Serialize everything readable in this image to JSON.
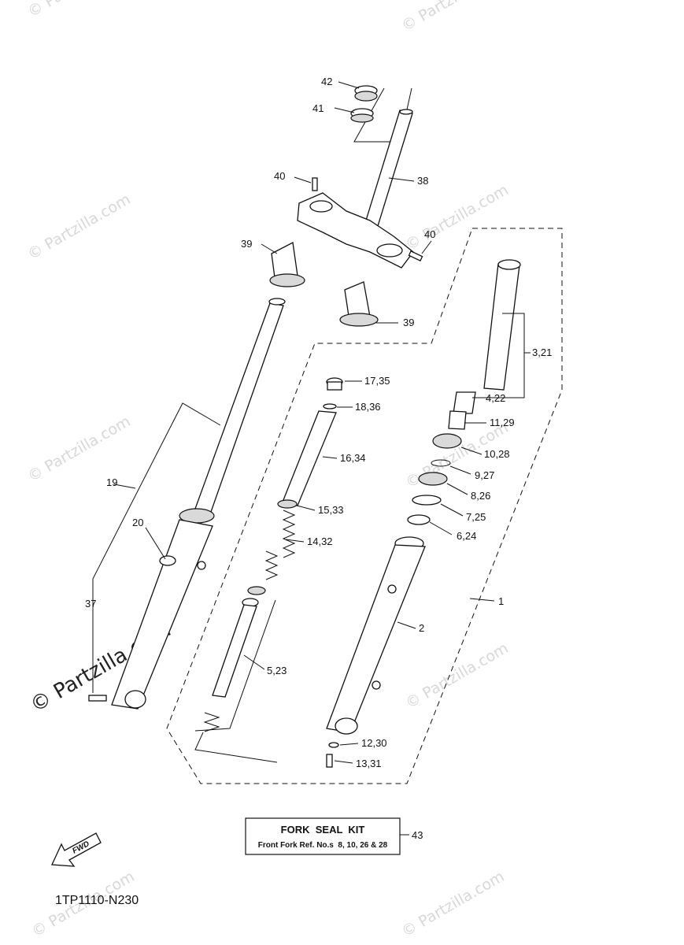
{
  "watermark": "© Partzilla.com",
  "diagram_code": "1TP1110-N230",
  "fwd_label": "FWD",
  "kit": {
    "title": "FORK  SEAL  KIT",
    "subtitle": "Front Fork Ref. No.s  8, 10, 26 & 28",
    "ref": "43"
  },
  "callouts": {
    "c42": "42",
    "c41": "41",
    "c40a": "40",
    "c38": "38",
    "c40b": "40",
    "c39a": "39",
    "c39b": "39",
    "c3_21": "3,21",
    "c17_35": "17,35",
    "c4_22": "4,22",
    "c18_36": "18,36",
    "c11_29": "11,29",
    "c16_34": "16,34",
    "c10_28": "10,28",
    "c19": "19",
    "c9_27": "9,27",
    "c8_26": "8,26",
    "c15_33": "15,33",
    "c20": "20",
    "c7_25": "7,25",
    "c14_32": "14,32",
    "c6_24": "6,24",
    "c37": "37",
    "c1": "1",
    "c2": "2",
    "c5_23": "5,23",
    "c12_30": "12,30",
    "c13_31": "13,31"
  }
}
